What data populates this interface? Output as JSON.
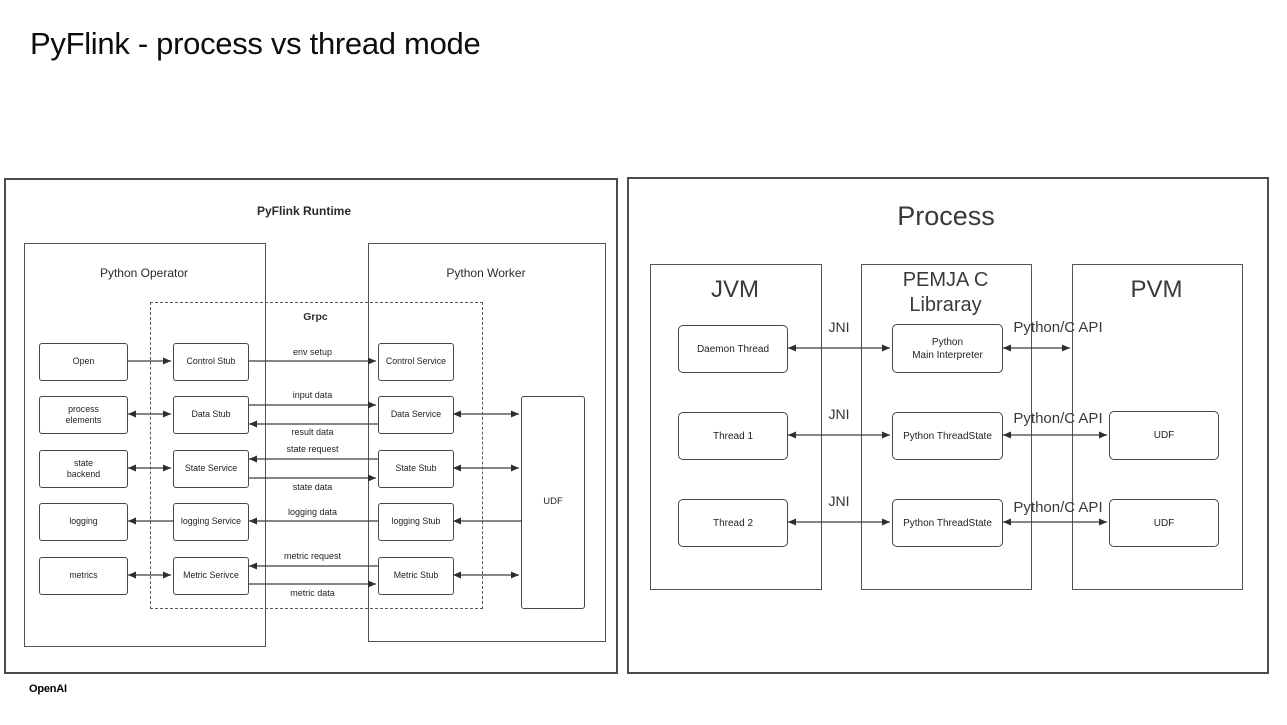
{
  "title": "PyFlink - process vs thread mode",
  "footer": {
    "logo": "OpenAI"
  },
  "colors": {
    "line": "#3f3f3f",
    "border": "#4b4b4b",
    "text": "#222222",
    "background": "#ffffff"
  },
  "left_panel": {
    "title": "PyFlink Runtime",
    "operator_title": "Python Operator",
    "worker_title": "Python Worker",
    "grpc_title": "Grpc",
    "udf_label": "UDF",
    "operator_boxes": [
      "Open",
      "process\nelements",
      "state\nbackend",
      "logging",
      "metrics"
    ],
    "stub_boxes": [
      "Control Stub",
      "Data Stub",
      "State Service",
      "logging Service",
      "Metric Serivce"
    ],
    "service_boxes": [
      "Control Service",
      "Data Service",
      "State Stub",
      "logging Stub",
      "Metric Stub"
    ],
    "edges": {
      "env_setup": "env setup",
      "input_data": "input data",
      "result_data": "result data",
      "state_request": "state request",
      "state_data": "state data",
      "logging_data": "logging data",
      "metric_request": "metric request",
      "metric_data": "metric data"
    }
  },
  "right_panel": {
    "title": "Process",
    "jvm_title": "JVM",
    "pemja_title": "PEMJA C\nLibraray",
    "pvm_title": "PVM",
    "jvm_boxes": [
      "Daemon Thread",
      "Thread 1",
      "Thread 2"
    ],
    "pemja_boxes": [
      "Python\nMain Interpreter",
      "Python ThreadState",
      "Python ThreadState"
    ],
    "pvm_boxes": [
      "UDF",
      "UDF"
    ],
    "jni_labels": [
      "JNI",
      "JNI",
      "JNI"
    ],
    "api_labels": [
      "Python/C API",
      "Python/C API",
      "Python/C API"
    ]
  }
}
